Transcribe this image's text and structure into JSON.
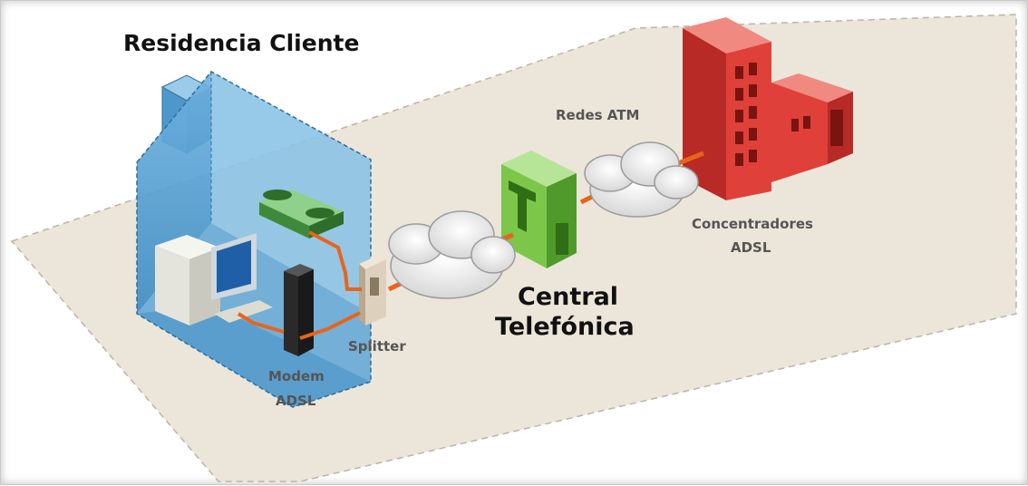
{
  "title": "Residencia Cliente",
  "labels": {
    "redes_atm": "Redes ATM",
    "central_line1": "Central",
    "central_line2": "Telefónica",
    "concentradores_line1": "Concentradores",
    "concentradores_line2": "ADSL",
    "splitter": "Splitter",
    "modem_line1": "Modem",
    "modem_line2": "ADSL"
  },
  "colors": {
    "house": "#5ea6d6",
    "central": "#7cc74a",
    "building": "#e0403a",
    "cable": "#e8641c",
    "ground": "#ece5da"
  }
}
